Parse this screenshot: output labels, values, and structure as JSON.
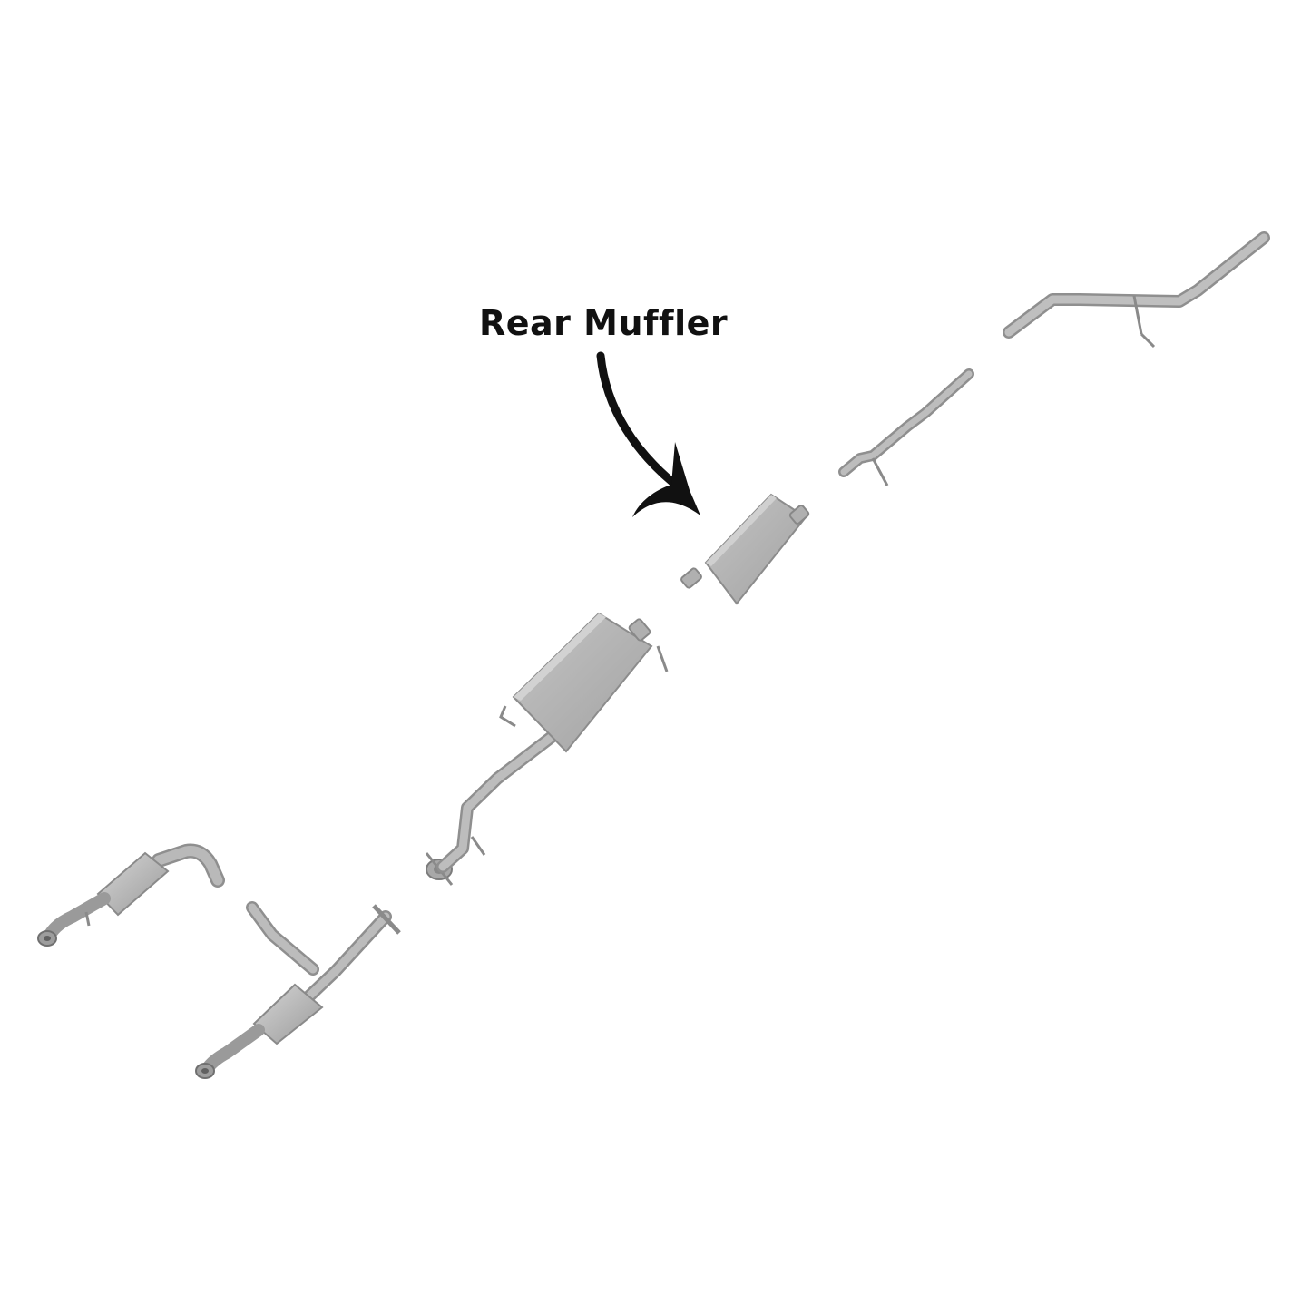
{
  "callout": {
    "label": "Rear Muffler",
    "target_part": "rear-muffler"
  },
  "colors": {
    "background": "#ffffff",
    "pipe": "#a9a9a9",
    "pipe_edge": "#8a8a8a",
    "muffler": "#b4b4b4",
    "arrow": "#111111"
  },
  "parts": [
    "left-catalytic-converter",
    "right-catalytic-converter-y-pipe",
    "front-pipe-flange",
    "front-muffler",
    "rear-muffler",
    "intermediate-pipe",
    "tailpipe"
  ]
}
